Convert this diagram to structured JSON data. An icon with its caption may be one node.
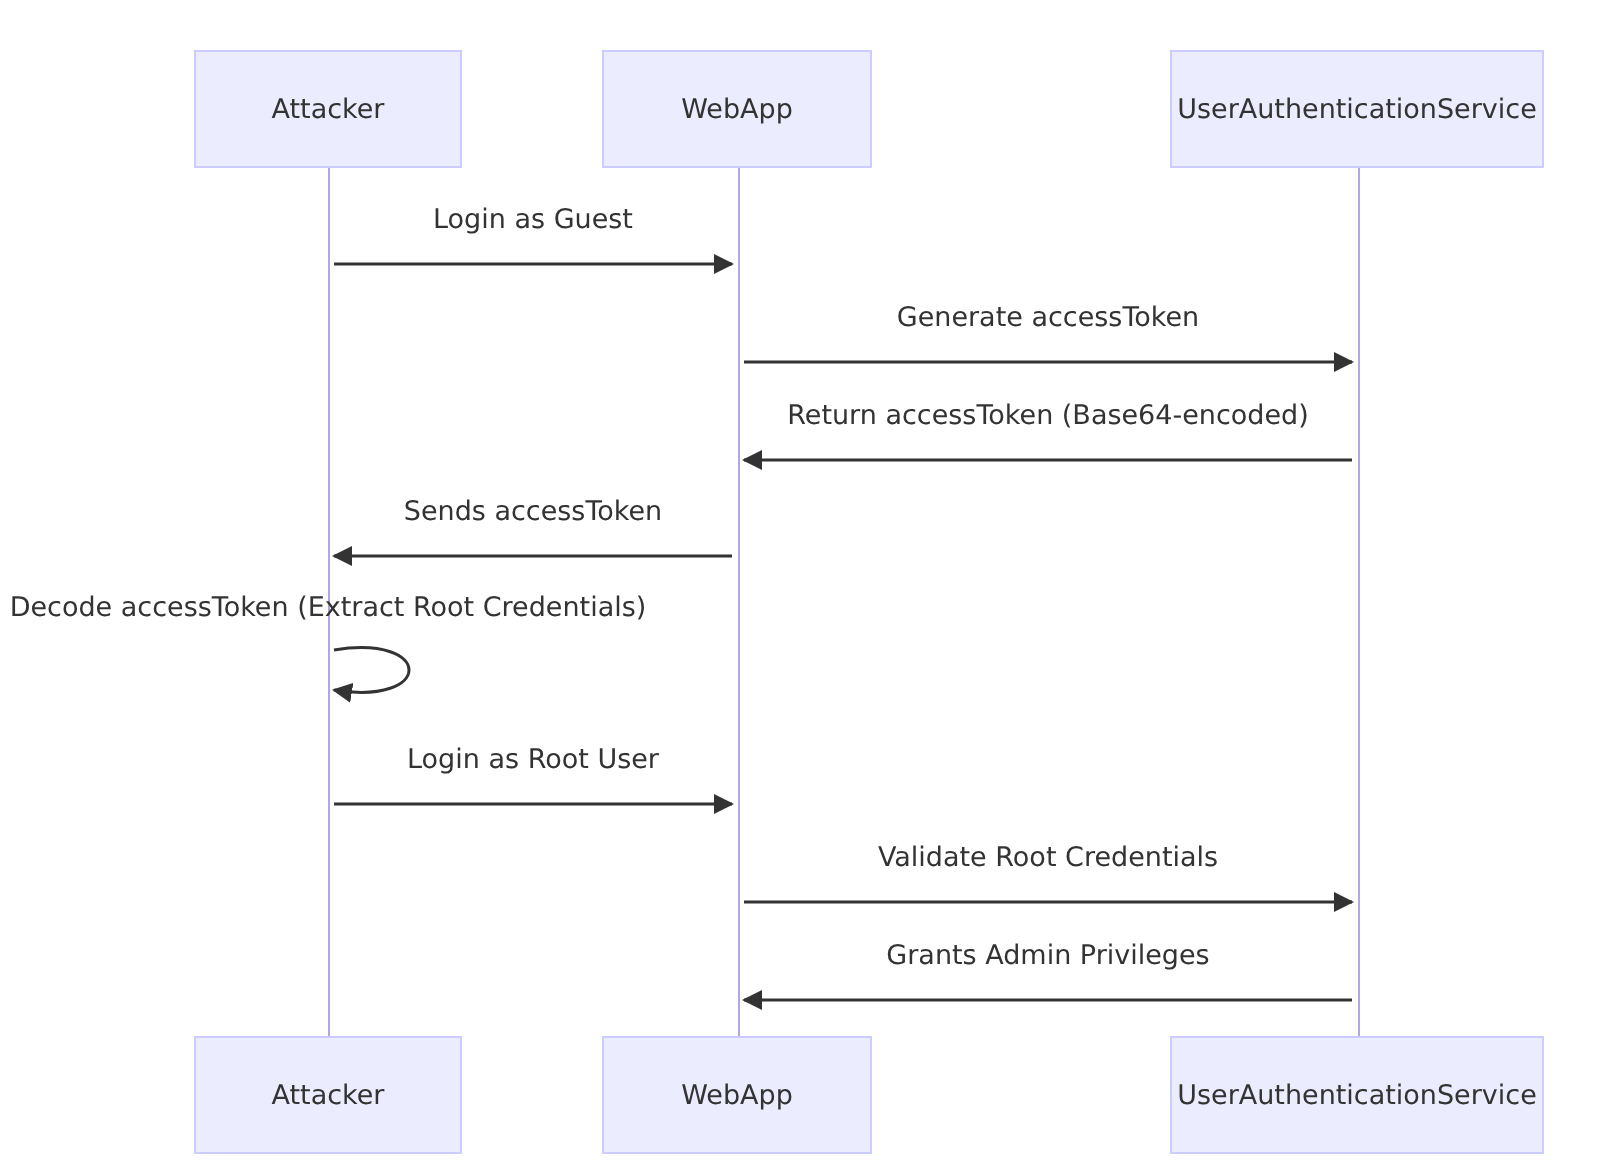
{
  "diagram": {
    "nodes": [
      {
        "text": [
          "Attacker"
        ]
      },
      {
        "text": [
          "WebApp"
        ]
      },
      {
        "text": [
          "UserAuthenticationService"
        ]
      },
      {
        "text": [
          "Attacker"
        ]
      },
      {
        "text": [
          "WebApp"
        ]
      },
      {
        "text": [
          "UserAuthenticationService"
        ]
      },
      {
        "text": [],
        "shape": "line"
      },
      {
        "text": [],
        "shape": "line"
      },
      {
        "text": [],
        "shape": "line"
      }
    ],
    "edges": [
      {
        "from": 6,
        "to": 7,
        "arrow": "to",
        "label": "Login as Guest"
      },
      {
        "from": 7,
        "to": 8,
        "arrow": "to",
        "label": "Generate accessToken"
      },
      {
        "from": 8,
        "to": 7,
        "arrow": "to",
        "label": "Return accessToken (Base64-encoded)"
      },
      {
        "from": 7,
        "to": 6,
        "arrow": "to",
        "label": "Sends accessToken"
      },
      {
        "from": 6,
        "to": 6,
        "arrow": "to",
        "label": "Decode accessToken (Extract Root Credentials)"
      },
      {
        "from": 6,
        "to": 7,
        "arrow": "to",
        "label": "Login as Root User"
      },
      {
        "from": 7,
        "to": 8,
        "arrow": "to",
        "label": "Validate Root Credentials"
      },
      {
        "from": 8,
        "to": 7,
        "arrow": "to",
        "label": "Grants Admin Privileges"
      }
    ]
  }
}
